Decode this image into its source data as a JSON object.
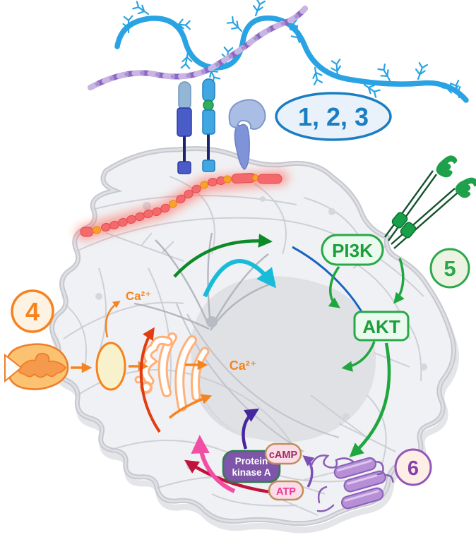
{
  "diagram": {
    "description": "Cell mechanotransduction signalling pathway diagram",
    "labels": {
      "group_123": "1, 2, 3",
      "step_4": "4",
      "step_5": "5",
      "step_6": "6"
    },
    "molecules": {
      "pi3k": "PI3K",
      "akt": "AKT",
      "calcium_cytosol": "Ca²⁺",
      "calcium_nucleus": "Ca²⁺",
      "pka_line1": "Protein",
      "pka_line2": "kinase A",
      "camp": "cAMP",
      "atp": "ATP"
    },
    "icons": [
      "blue-branched-ecm-fiber",
      "purple-twisted-ecm-fiber",
      "membrane-receptor-blue",
      "membrane-receptor-cyan",
      "mushroom-receptor",
      "actin-filament-beads",
      "green-claw-receptor",
      "cell-body",
      "nucleus",
      "er-golgi-stack",
      "mechanosensor-seed",
      "channel-oval",
      "adenylyl-cyclase-helices"
    ],
    "colors": {
      "blue_label": "#1b7ec2",
      "blue_label_fill": "#e9f1fa",
      "green_label": "#1d9e3c",
      "green_border": "#2aa84a",
      "green_box_fill": "#eafaee",
      "circle5_fill": "#edf3e2",
      "orange_label": "#f5831f",
      "orange_circle_fill": "#fef2e2",
      "purple_label": "#8a3fa8",
      "purple_border": "#9455b8",
      "circle6_fill": "#fdeee6",
      "pka_fill": "#7e55a8",
      "pka_border": "#2e7d4f",
      "pill_fill": "#fbdce8",
      "pill_border": "#bf8f56",
      "camp_text": "#9c2d5e",
      "atp_text": "#e8398f",
      "dark_green_arrow": "#0c8a28",
      "cyan_arrow": "#18bcd8",
      "blue_curve": "#1565c0",
      "red_arrow": "#e23c10",
      "crimson_arrow": "#c1123c",
      "pink_arrow": "#f24fa4",
      "indigo_arrow": "#46279e",
      "purple_arrow": "#7c4fb5",
      "actin_red": "#f4696c",
      "actin_orange": "#f9a22b",
      "hyaluronan_blue": "#29a3e3",
      "collagen_purple": "#8a68c0",
      "receptor_blue": "#4a5cc8",
      "receptor_cyan": "#41a7e2",
      "green_receptor": "#1fa04a",
      "er_orange": "#ffb078",
      "cell_fill": "#f0f1f4",
      "cell_border": "#c6c8ce",
      "nucleus_fill": "#dfe1e5"
    }
  }
}
